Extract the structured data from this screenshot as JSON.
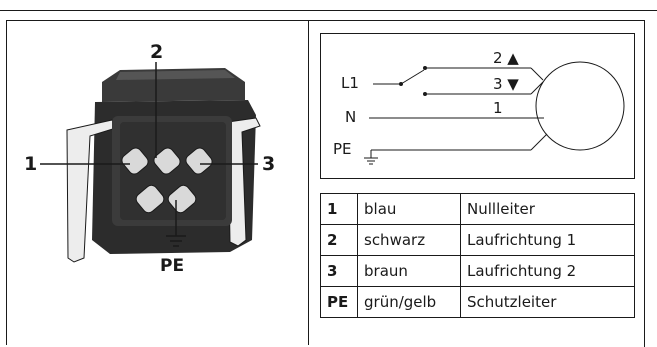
{
  "connector": {
    "pin_labels": {
      "p1": "1",
      "p2": "2",
      "p3": "3",
      "pe": "PE"
    }
  },
  "schematic": {
    "labels": {
      "l1": "L1",
      "n": "N",
      "pe": "PE"
    },
    "wires": {
      "w2": "2 ▲",
      "w3": "3 ▼",
      "w1": "1"
    }
  },
  "pin_table": {
    "rows": [
      {
        "pin": "1",
        "color": "blau",
        "function": "Nullleiter"
      },
      {
        "pin": "2",
        "color": "schwarz",
        "function": "Laufrichtung 1"
      },
      {
        "pin": "3",
        "color": "braun",
        "function": "Laufrichtung 2"
      },
      {
        "pin": "PE",
        "color": "grün/gelb",
        "function": "Schutzleiter"
      }
    ]
  }
}
